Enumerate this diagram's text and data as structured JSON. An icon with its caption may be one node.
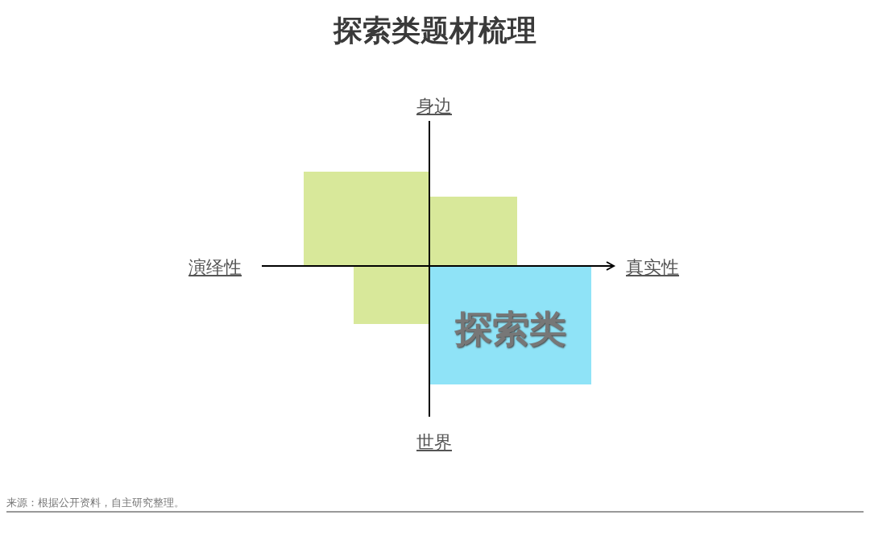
{
  "diagram": {
    "title": "探索类题材梳理",
    "caption": "来源：根据公开资料，自主研究整理。",
    "nodes": [
      {
        "text": [],
        "shape": "box"
      },
      {
        "text": [],
        "shape": "box"
      },
      {
        "text": [],
        "shape": "box"
      },
      {
        "text": [
          "探索类"
        ]
      }
    ],
    "edges": [],
    "labels": [
      "身边",
      "演绎性",
      "真实性",
      "世界"
    ]
  }
}
